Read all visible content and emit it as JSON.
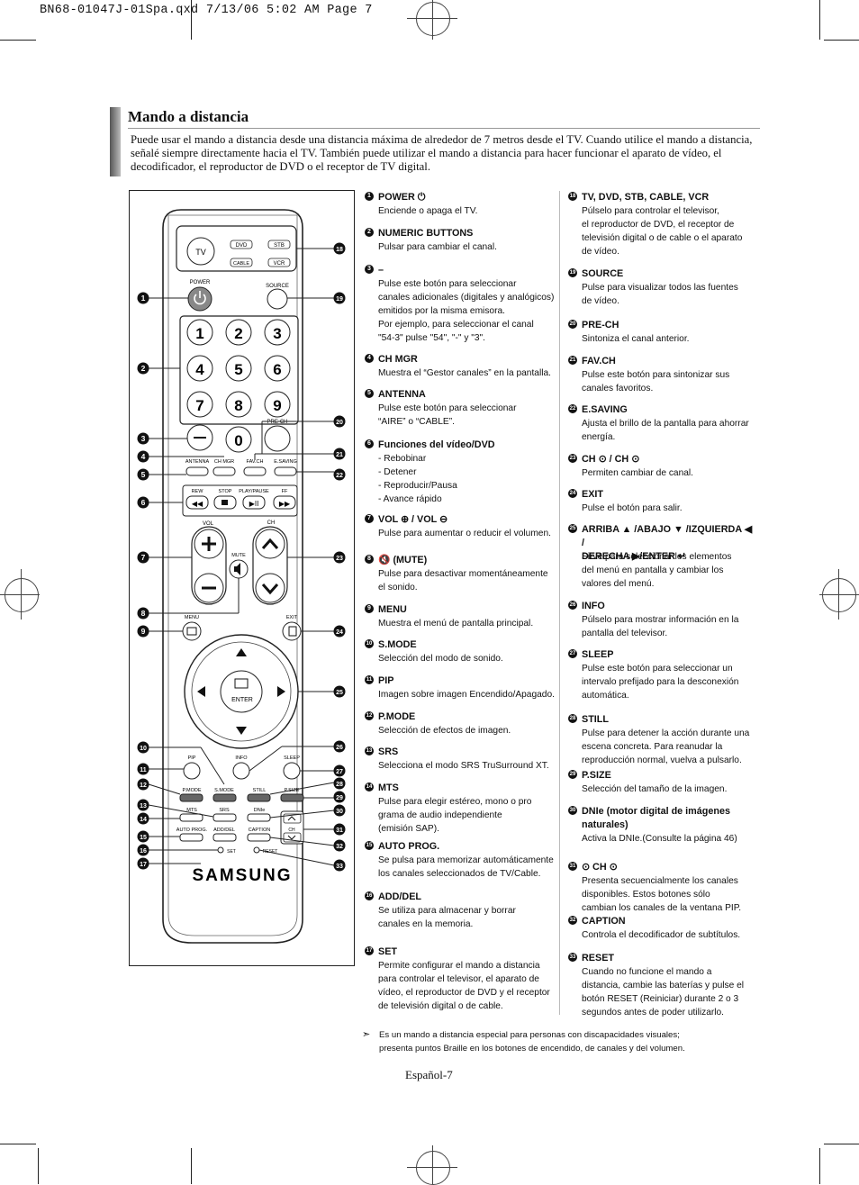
{
  "header": {
    "file_line": "BN68-01047J-01Spa.qxd  7/13/06  5:02 AM  Page 7"
  },
  "section": {
    "title": "Mando a distancia",
    "intro": "Puede usar el mando a distancia desde una distancia máxima de alrededor de 7 metros desde el TV. Cuando utilice el mando a distancia, señalé siempre directamente hacia el TV. También puede utilizar el mando a distancia para hacer funcionar el aparato de vídeo, el decodificador, el reproductor de DVD o el receptor de TV digital."
  },
  "remote": {
    "brand": "SAMSUNG",
    "tv": "TV",
    "dvd": "DVD",
    "stb": "STB",
    "cable": "CABLE",
    "vcr": "VCR",
    "power": "POWER",
    "source": "SOURCE",
    "prech": "PRE-CH",
    "antenna": "ANTENNA",
    "chmgr": "CH MGR",
    "favch": "FAV.CH",
    "esaving": "E.SAVING",
    "rew": "REW",
    "stop": "STOP",
    "playpause": "PLAY/PAUSE",
    "ff": "FF",
    "vol": "VOL",
    "ch": "CH",
    "mute": "MUTE",
    "menu": "MENU",
    "exit": "EXIT",
    "enter": "ENTER",
    "pip": "PIP",
    "info": "INFO",
    "sleep": "SLEEP",
    "pmode": "P.MODE",
    "smode": "S.MODE",
    "still": "STILL",
    "psize": "P.SIZE",
    "mts": "MTS",
    "srs": "SRS",
    "dnie": "DNIe",
    "autoprog": "AUTO PROG.",
    "adddel": "ADD/DEL",
    "caption": "CAPTION",
    "set": "SET",
    "reset": "RESET",
    "digits": [
      "1",
      "2",
      "3",
      "4",
      "5",
      "6",
      "7",
      "8",
      "9",
      "0"
    ]
  },
  "callouts": [
    "1",
    "2",
    "3",
    "4",
    "5",
    "6",
    "7",
    "8",
    "9",
    "10",
    "11",
    "12",
    "13",
    "14",
    "15",
    "16",
    "17",
    "18",
    "19",
    "20",
    "21",
    "22",
    "23",
    "24",
    "25",
    "26",
    "27",
    "28",
    "29",
    "30",
    "31",
    "32",
    "33"
  ],
  "items_left": [
    {
      "n": "1",
      "title": "POWER ⏻",
      "desc": "Enciende o apaga el TV."
    },
    {
      "n": "2",
      "title": "NUMERIC BUTTONS",
      "desc": "Pulsar para cambiar el canal."
    },
    {
      "n": "3",
      "title": "–",
      "desc": "Pulse este botón para seleccionar\ncanales adicionales (digitales y analógicos)\nemitidos por la misma emisora.\nPor ejemplo, para seleccionar el canal\n\"54-3\" pulse \"54\", \"-\" y \"3\"."
    },
    {
      "n": "4",
      "title": "CH MGR",
      "desc": "Muestra el “Gestor canales” en la pantalla."
    },
    {
      "n": "5",
      "title": "ANTENNA",
      "desc": "Pulse este botón para seleccionar\n“AIRE” o “CABLE”."
    },
    {
      "n": "6",
      "title": "Funciones del vídeo/DVD",
      "desc": "- Rebobinar\n- Detener\n- Reproducir/Pausa\n- Avance rápido"
    },
    {
      "n": "7",
      "title": "VOL ⊕ / VOL ⊖",
      "desc": "Pulse para aumentar o reducir el volumen."
    },
    {
      "n": "8",
      "title": "🔇 (MUTE)",
      "desc": "Pulse para desactivar momentáneamente\nel sonido."
    },
    {
      "n": "9",
      "title": "MENU",
      "desc": "Muestra el menú de pantalla principal."
    },
    {
      "n": "10",
      "title": "S.MODE",
      "desc": "Selección del modo de sonido."
    },
    {
      "n": "11",
      "title": "PIP",
      "desc": "Imagen sobre imagen Encendido/Apagado."
    },
    {
      "n": "12",
      "title": "P.MODE",
      "desc": "Selección de efectos de imagen."
    },
    {
      "n": "13",
      "title": "SRS",
      "desc": "Selecciona el modo SRS TruSurround XT."
    },
    {
      "n": "14",
      "title": "MTS",
      "desc": "Pulse para elegir estéreo, mono o pro\ngrama de audio independiente\n(emisión SAP)."
    },
    {
      "n": "15",
      "title": "AUTO PROG.",
      "desc": "Se pulsa para memorizar automáticamente\nlos canales seleccionados de TV/Cable."
    },
    {
      "n": "16",
      "title": "ADD/DEL",
      "desc": "Se utiliza para almacenar y borrar\ncanales en la memoria."
    },
    {
      "n": "17",
      "title": "SET",
      "desc": "Permite configurar el mando a distancia\npara controlar el televisor, el aparato de\nvídeo, el reproductor de DVD y el receptor\nde televisión digital o de cable."
    }
  ],
  "items_right": [
    {
      "n": "18",
      "title": "TV, DVD, STB, CABLE, VCR",
      "desc": "Púlselo para controlar el televisor,\nel reproductor de DVD, el receptor de\ntelevisión digital o de cable o el aparato\nde vídeo."
    },
    {
      "n": "19",
      "title": "SOURCE",
      "desc": "Pulse para visualizar todos las fuentes\nde vídeo."
    },
    {
      "n": "20",
      "title": "PRE-CH",
      "desc": "Sintoniza el canal anterior."
    },
    {
      "n": "21",
      "title": "FAV.CH",
      "desc": "Pulse este botón para sintonizar sus\ncanales favoritos."
    },
    {
      "n": "22",
      "title": "E.SAVING",
      "desc": "Ajusta el brillo de la pantalla para ahorrar\nenergía."
    },
    {
      "n": "23",
      "title": "CH ⊙  / CH ⊙",
      "desc": "Permiten cambiar de canal."
    },
    {
      "n": "24",
      "title": "EXIT",
      "desc": "Pulse el botón para salir."
    },
    {
      "n": "25",
      "title": "ARRIBA ▲ /ABAJO ▼ /IZQUIERDA ◀ /\nDERECHA ▶/ENTER ↵",
      "desc": "Sirve para seleccionar los elementos\ndel menú en pantalla y cambiar los\nvalores del menú."
    },
    {
      "n": "26",
      "title": "INFO",
      "desc": "Púlselo para mostrar información en la\npantalla del televisor."
    },
    {
      "n": "27",
      "title": "SLEEP",
      "desc": "Pulse este botón para seleccionar un\nintervalo prefijado para la desconexión\nautomática."
    },
    {
      "n": "28",
      "title": "STILL",
      "desc": "Pulse para detener la acción durante una\nescena concreta. Para reanudar la\nreproducción normal, vuelva a pulsarlo."
    },
    {
      "n": "29",
      "title": "P.SIZE",
      "desc": "Selección del tamaño de la imagen."
    },
    {
      "n": "30",
      "title": "DNIe (motor digital de imágenes\nnaturales)",
      "desc": "Activa la DNIe.(Consulte la página 46)"
    },
    {
      "n": "31",
      "title": "⊙ CH ⊙",
      "desc": "Presenta secuencialmente los canales\ndisponibles. Estos botones sólo\ncambian los canales de la ventana PIP."
    },
    {
      "n": "32",
      "title": "CAPTION",
      "desc": "Controla el decodificador de subtítulos."
    },
    {
      "n": "33",
      "title": "RESET",
      "desc": "Cuando no funcione el mando a\ndistancia, cambie las baterías y pulse el\nbotón RESET (Reiniciar) durante 2 o 3\nsegundos antes de poder utilizarlo."
    }
  ],
  "note": {
    "arrow": "➣",
    "text": "Es un mando a distancia especial para personas con discapacidades visuales;\npresenta puntos Braille en los botones de encendido, de canales y del volumen."
  },
  "page_number": "Español-7"
}
